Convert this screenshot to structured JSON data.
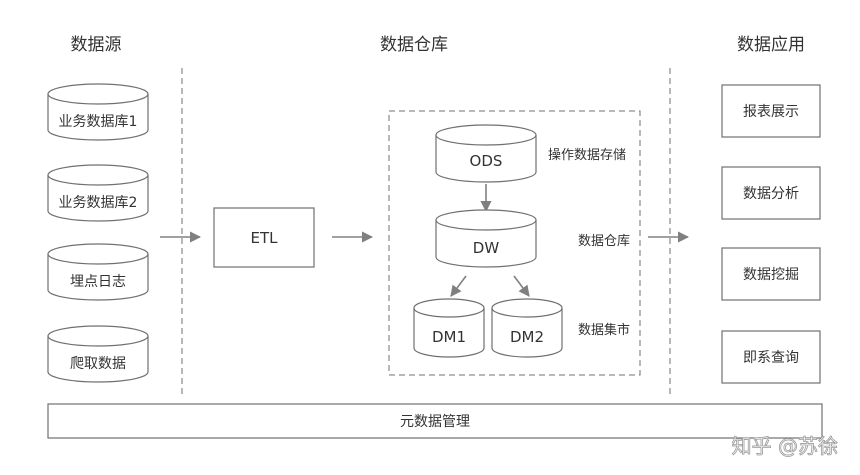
{
  "columns": {
    "sources": "数据源",
    "warehouse": "数据仓库",
    "applications": "数据应用"
  },
  "sources": [
    "业务数据库1",
    "业务数据库2",
    "埋点日志",
    "爬取数据"
  ],
  "etl": "ETL",
  "warehouse": {
    "ods": "ODS",
    "ods_caption": "操作数据存储",
    "dw": "DW",
    "dw_caption": "数据仓库",
    "dm1": "DM1",
    "dm2": "DM2",
    "dm_caption": "数据集市"
  },
  "applications": [
    "报表展示",
    "数据分析",
    "数据挖掘",
    "即系查询"
  ],
  "metadata": "元数据管理",
  "watermark": "知乎 @苏徐",
  "colors": {
    "stroke": "#707070",
    "arrow": "#808080",
    "text": "#333333"
  }
}
